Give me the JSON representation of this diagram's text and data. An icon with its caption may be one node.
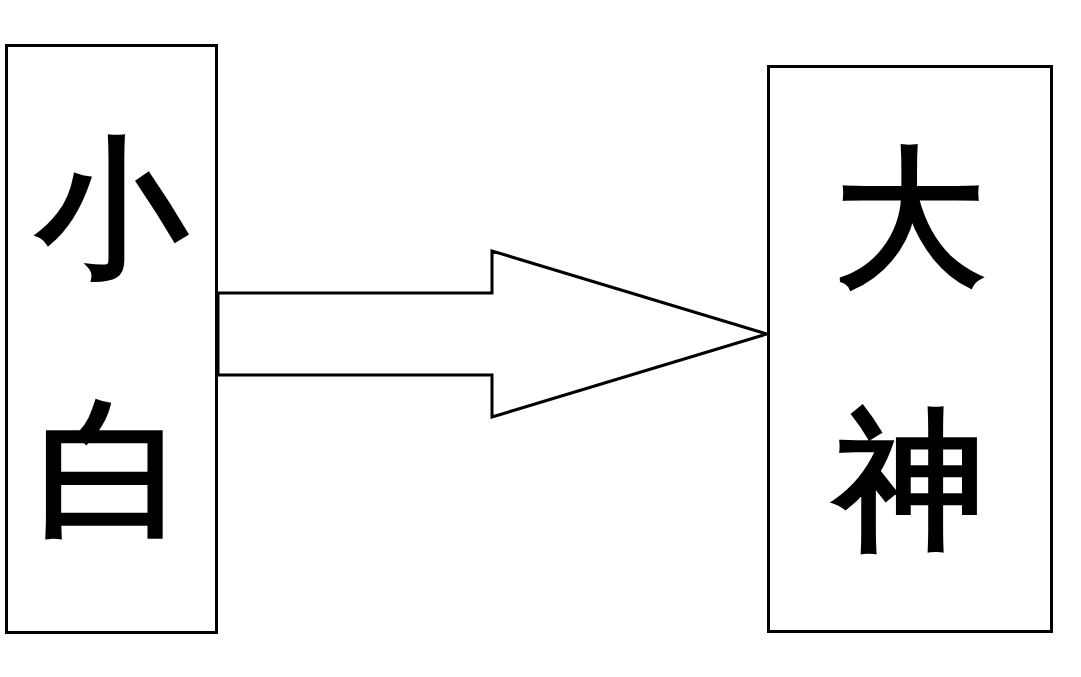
{
  "diagram": {
    "nodes": [
      {
        "text": [
          "小白"
        ]
      },
      {
        "text": [
          "大神"
        ]
      }
    ],
    "edges": [
      {
        "from": 0,
        "to": 1,
        "arrow": "to",
        "style": "thick"
      }
    ]
  }
}
